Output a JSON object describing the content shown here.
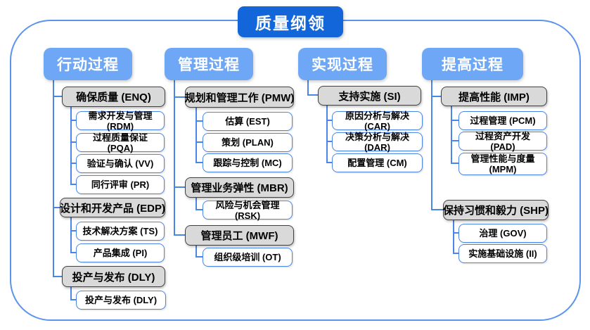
{
  "title": "质量纲领",
  "colors": {
    "title_blue": "#1266d9",
    "header_blue": "#6fa7f7",
    "gray_fill": "#d9d9d9",
    "gray_border": "#404040",
    "leaf_border": "#4a86e8",
    "connector": "#4a86e8",
    "frame_border": "#5b93ee"
  },
  "columns": [
    {
      "label": "行动过程",
      "groups": [
        {
          "label": "确保质量 (ENQ)",
          "children": [
            "需求开发与管理 (RDM)",
            "过程质量保证 (PQA)",
            "验证与确认 (VV)",
            "同行评审 (PR)"
          ]
        },
        {
          "label": "设计和开发产品 (EDP)",
          "children": [
            "技术解决方案 (TS)",
            "产品集成 (PI)"
          ]
        },
        {
          "label": "投产与发布 (DLY)",
          "children": [
            "投产与发布 (DLY)"
          ]
        }
      ]
    },
    {
      "label": "管理过程",
      "groups": [
        {
          "label": "规划和管理工作 (PMW)",
          "children": [
            "估算 (EST)",
            "策划 (PLAN)",
            "跟踪与控制 (MC)"
          ]
        },
        {
          "label": "管理业务弹性 (MBR)",
          "children": [
            "风险与机会管理 (RSK)"
          ]
        },
        {
          "label": "管理员工 (MWF)",
          "children": [
            "组织级培训 (OT)"
          ]
        }
      ]
    },
    {
      "label": "实现过程",
      "groups": [
        {
          "label": "支持实施 (SI)",
          "children": [
            "原因分析与解决 (CAR)",
            "决策分析与解决 (DAR)",
            "配置管理 (CM)"
          ]
        }
      ]
    },
    {
      "label": "提高过程",
      "groups": [
        {
          "label": "提高性能 (IMP)",
          "children": [
            "过程管理 (PCM)",
            "过程资产开发 (PAD)",
            "管理性能与度量 (MPM)"
          ]
        },
        {
          "label": "保持习惯和毅力 (SHP)",
          "children": [
            "治理 (GOV)",
            "实施基础设施 (II)"
          ]
        }
      ]
    }
  ]
}
